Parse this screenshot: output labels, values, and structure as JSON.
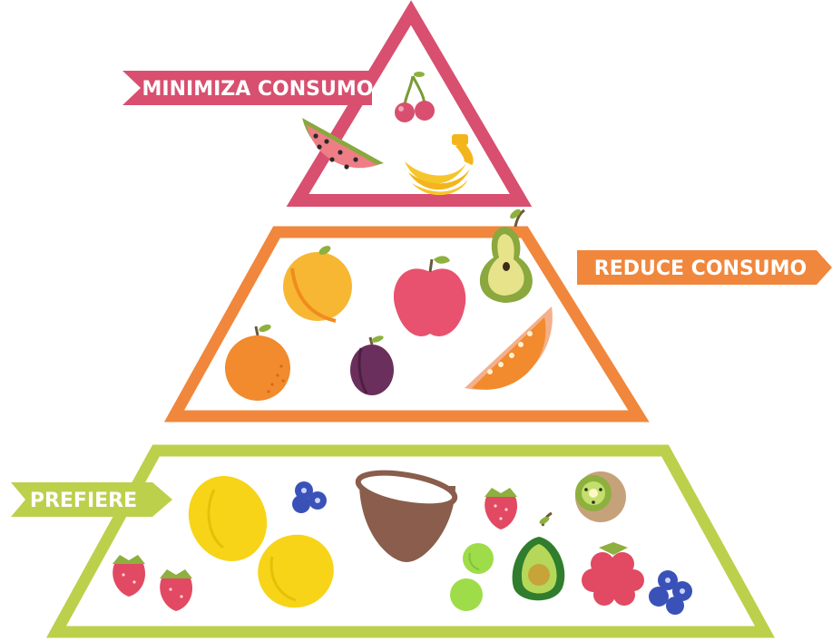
{
  "tiers": [
    {
      "label": "MINIMIZA CONSUMO",
      "color": "#d84f6f",
      "fruits": [
        "cherries",
        "watermelon",
        "bananas"
      ]
    },
    {
      "label": "REDUCE CONSUMO",
      "color": "#f0873c",
      "fruits": [
        "peach",
        "apple",
        "pear",
        "orange",
        "plum",
        "cantaloupe"
      ]
    },
    {
      "label": "PREFIERE",
      "color": "#bcd04c",
      "fruits": [
        "lemon",
        "blueberries",
        "coconut",
        "strawberry",
        "kiwi",
        "strawberries",
        "lemon",
        "lime",
        "avocado",
        "raspberry",
        "blueberries"
      ]
    }
  ]
}
